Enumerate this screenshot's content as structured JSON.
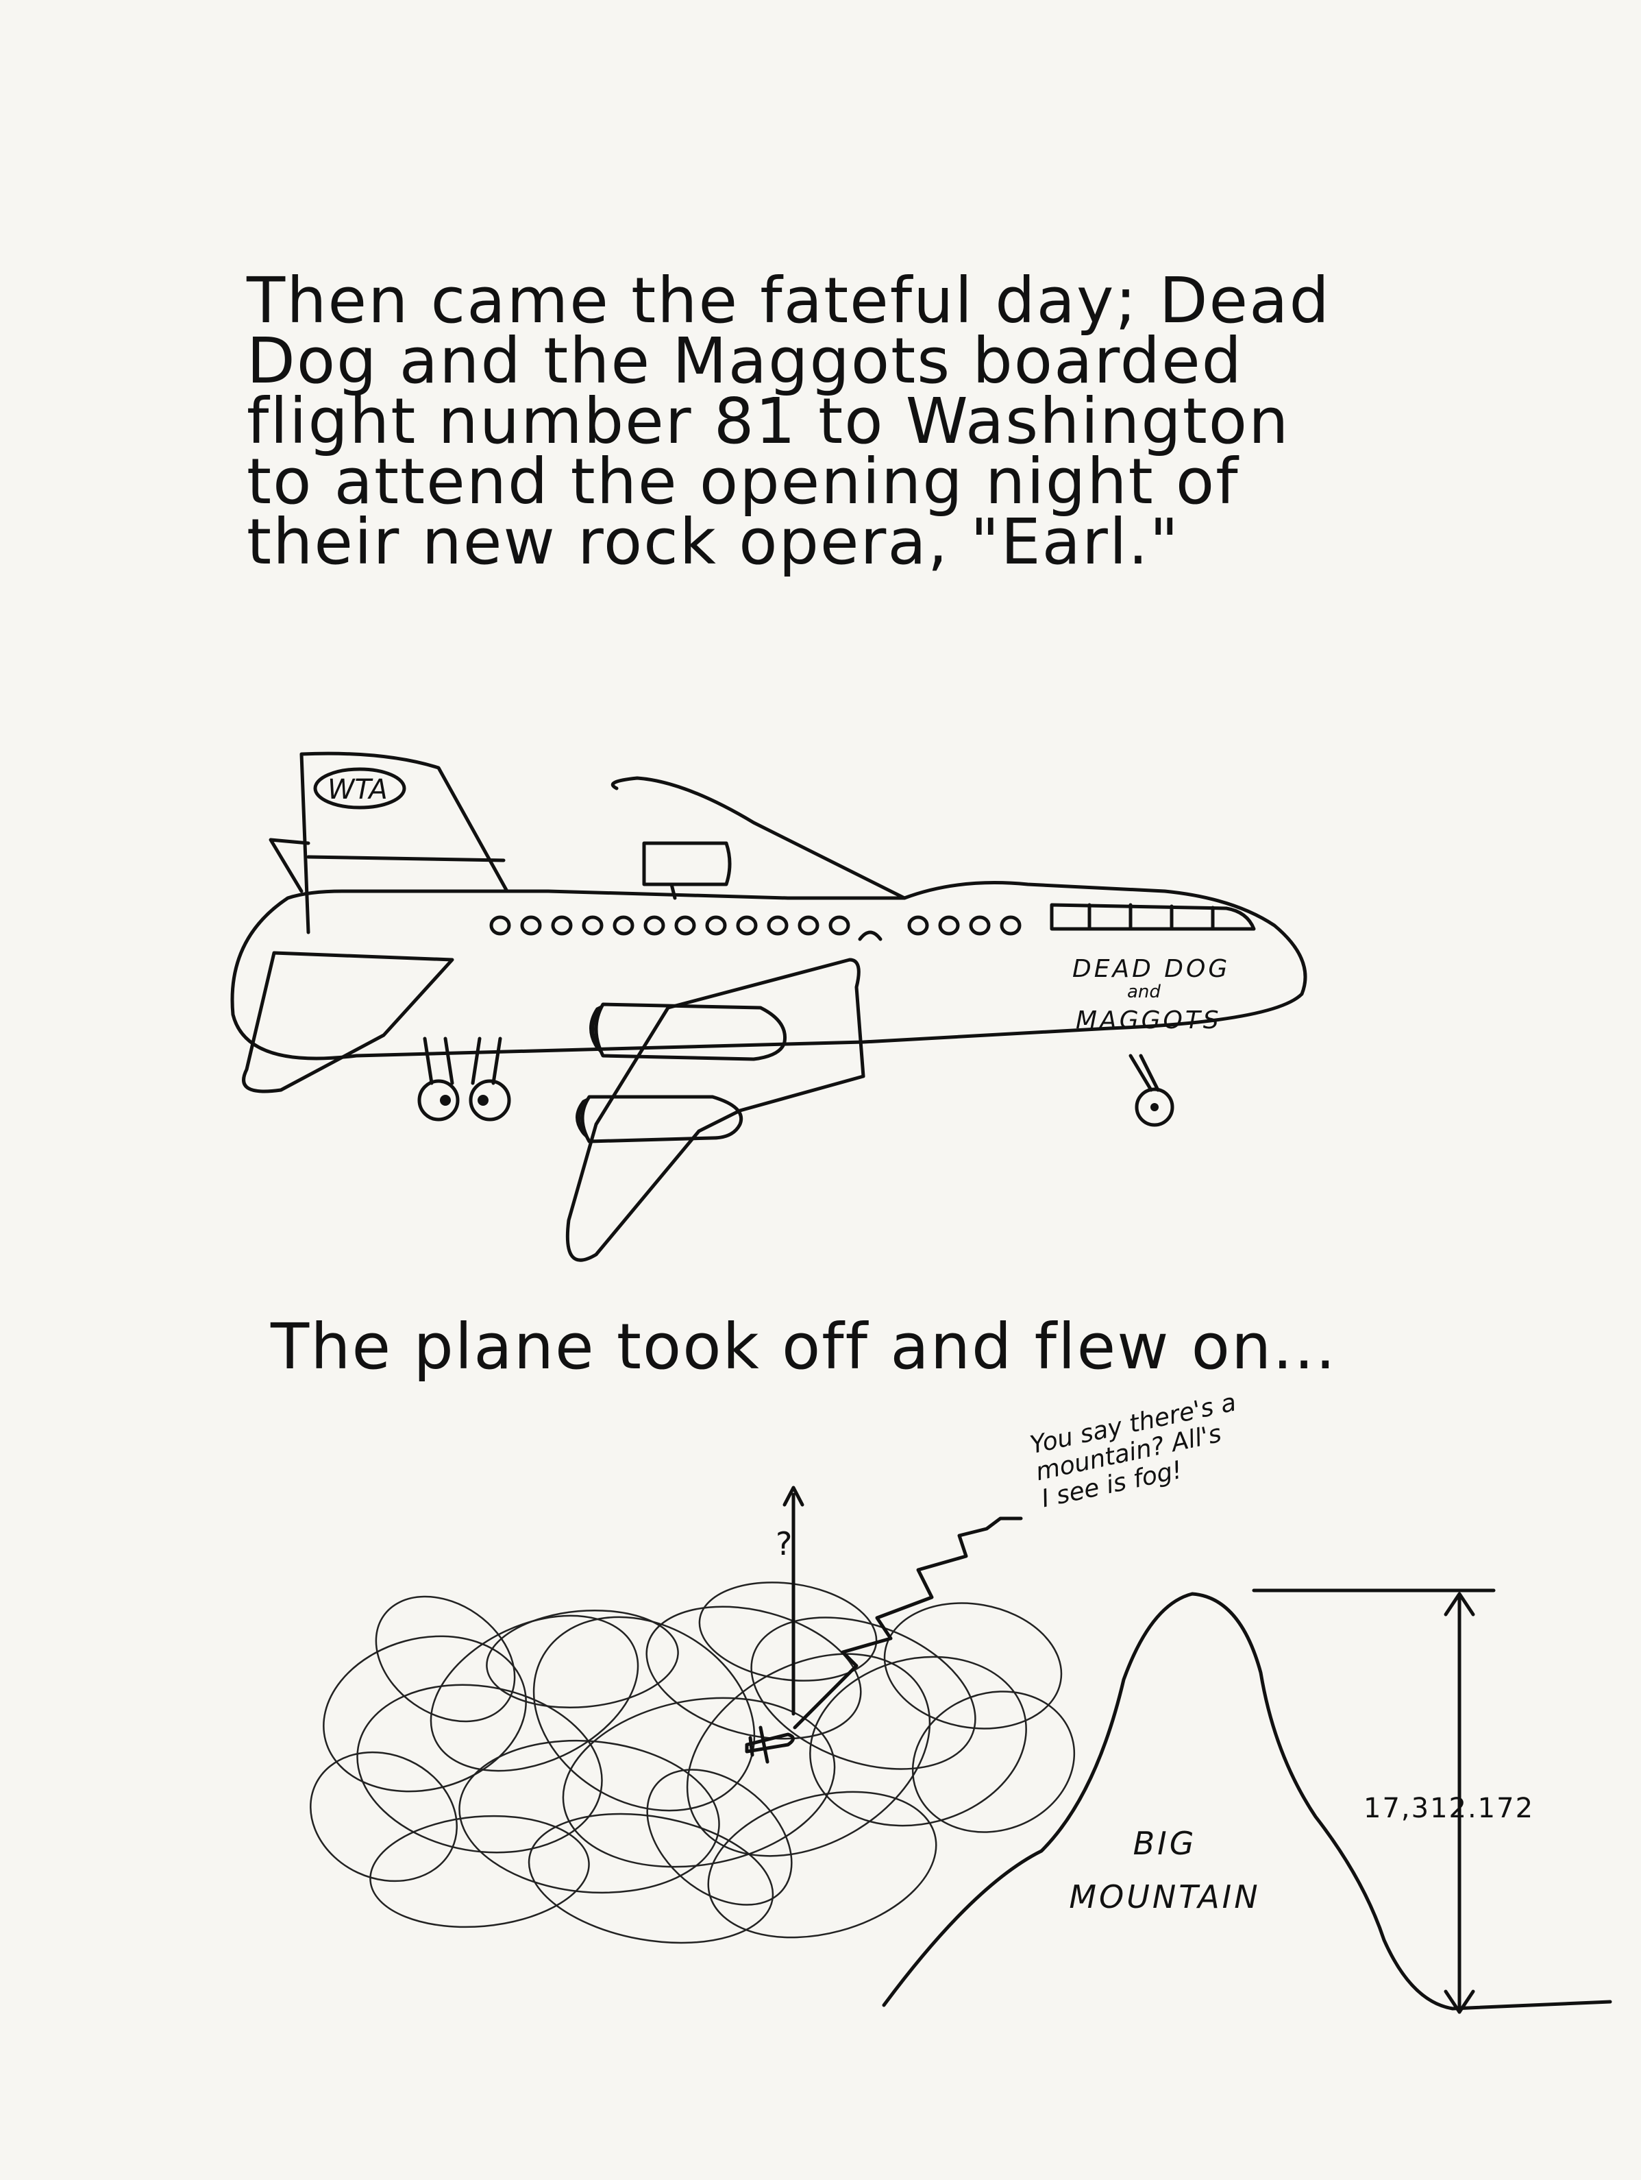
{
  "narration": {
    "paragraph_1": "Then came the fateful day; Dead\nDog and the Maggots boarded\nflight number 81 to Washington\nto attend the opening night of\ntheir new rock opera, \"Earl.\"",
    "paragraph_2": "The plane took off and flew on..."
  },
  "airplane": {
    "tail_logo": "WTA",
    "fuselage_line_1": "DEAD DOG",
    "fuselage_line_2": "and",
    "fuselage_line_3": "MAGGOTS"
  },
  "scene": {
    "question_mark": "?",
    "speech_bubble": "You say there's a\nmountain? All's\nI see is fog!",
    "mountain_label": "BIG\nMOUNTAIN",
    "mountain_height": "17,312.172"
  },
  "colors": {
    "paper": "#f7f6f2",
    "ink": "#111111"
  }
}
